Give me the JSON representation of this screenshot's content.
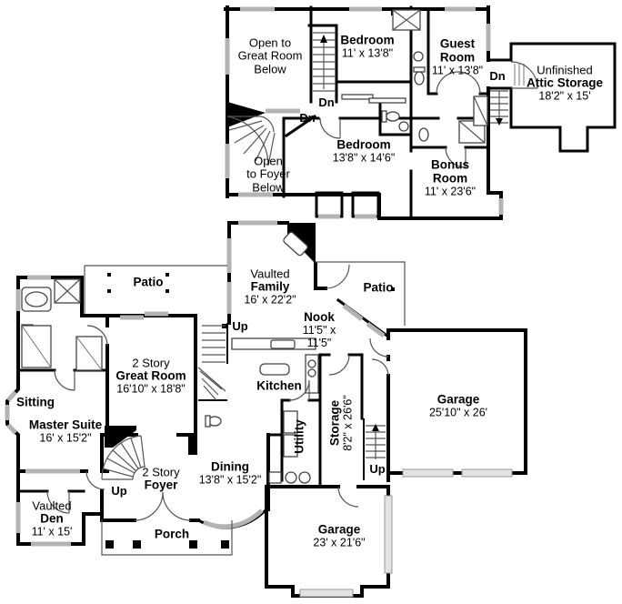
{
  "title": "Two-story house floor plan",
  "colors": {
    "background": "#ffffff",
    "walls": "#000000",
    "windows": "#b3b3b3",
    "doors": "#555555",
    "garage_door_fill": "#e3e3e3"
  },
  "upper_floor": {
    "rooms": [
      {
        "id": "open-to-great-room",
        "lines": [
          "Open to",
          "Great Room",
          "Below"
        ]
      },
      {
        "id": "bedroom-front",
        "lines": [
          "Bedroom",
          "11' x 13'8\""
        ]
      },
      {
        "id": "guest-room",
        "lines": [
          "Guest",
          "Room",
          "11' x 13'8\""
        ]
      },
      {
        "id": "attic-storage",
        "lines": [
          "Unfinished",
          "Attic Storage",
          "18'2\" x 15'"
        ]
      },
      {
        "id": "open-to-foyer",
        "lines": [
          "Open",
          "to Foyer",
          "Below"
        ]
      },
      {
        "id": "bedroom-rear",
        "lines": [
          "Bedroom",
          "13'8\" x 14'6\""
        ]
      },
      {
        "id": "bonus-room",
        "lines": [
          "Bonus",
          "Room",
          "11' x 23'6\""
        ]
      }
    ],
    "stair_labels": [
      "Dn",
      "Dn",
      "Dn"
    ]
  },
  "main_floor": {
    "rooms": [
      {
        "id": "patio-left",
        "lines": [
          "Patio"
        ]
      },
      {
        "id": "family-room",
        "lines": [
          "Vaulted",
          "Family",
          "16' x 22'2\""
        ]
      },
      {
        "id": "patio-right",
        "lines": [
          "Patio"
        ]
      },
      {
        "id": "nook",
        "lines": [
          "Nook",
          "11'5\" x",
          "11'5\""
        ]
      },
      {
        "id": "great-room",
        "lines": [
          "2 Story",
          "Great Room",
          "16'10\" x 18'8\""
        ]
      },
      {
        "id": "kitchen",
        "lines": [
          "Kitchen"
        ]
      },
      {
        "id": "sitting",
        "lines": [
          "Sitting"
        ]
      },
      {
        "id": "master-suite",
        "lines": [
          "Master Suite",
          "16' x 15'2\""
        ]
      },
      {
        "id": "storage",
        "lines": [
          "Storage",
          "8'2\" x 26'6\""
        ]
      },
      {
        "id": "utility",
        "lines": [
          "Utility"
        ]
      },
      {
        "id": "garage-side",
        "lines": [
          "Garage",
          "25'10\" x 26'"
        ]
      },
      {
        "id": "foyer",
        "lines": [
          "2 Story",
          "Foyer"
        ]
      },
      {
        "id": "dining",
        "lines": [
          "Dining",
          "13'8\" x 15'2\""
        ]
      },
      {
        "id": "den",
        "lines": [
          "Vaulted",
          "Den",
          "11' x 15'"
        ]
      },
      {
        "id": "porch",
        "lines": [
          "Porch"
        ]
      },
      {
        "id": "garage-front",
        "lines": [
          "Garage",
          "23' x 21'6\""
        ]
      }
    ],
    "stair_labels": [
      "Up",
      "Up",
      "Up"
    ]
  }
}
